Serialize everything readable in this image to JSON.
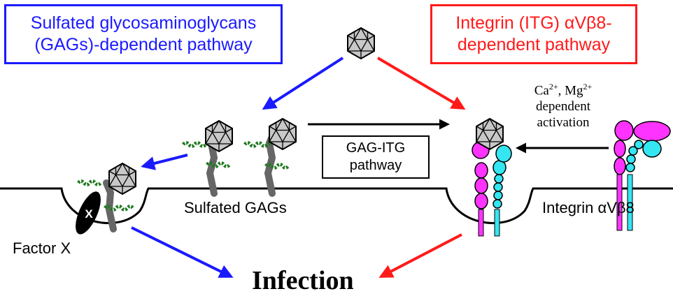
{
  "colors": {
    "gag_pathway": "#1a1aff",
    "itg_pathway": "#ff1a1a",
    "alpha_subunit": "#ff33ff",
    "beta_subunit": "#33e6f2",
    "gag_chain": "#666666",
    "sulfate_group": "#33cc33"
  },
  "gag_box": {
    "line1": "Sulfated glycosaminoglycans",
    "line2": "(GAGs)-dependent pathway"
  },
  "itg_box": {
    "line1": "Integrin (ITG) αVβ8-",
    "line2": "dependent pathway"
  },
  "gag_itg_box": {
    "line1": "GAG-ITG",
    "line2": "pathway"
  },
  "labels": {
    "sulfated_gags": "Sulfated GAGs",
    "integrin": "Integrin αVβ8",
    "factor_x": "Factor X",
    "factor_x_mark": "X",
    "infection": "Infection"
  },
  "activation": {
    "ion1": "Ca",
    "ion1_charge": "2+",
    "separator": ", ",
    "ion2": "Mg",
    "ion2_charge": "2+",
    "line2": "dependent",
    "line3": "activation"
  }
}
